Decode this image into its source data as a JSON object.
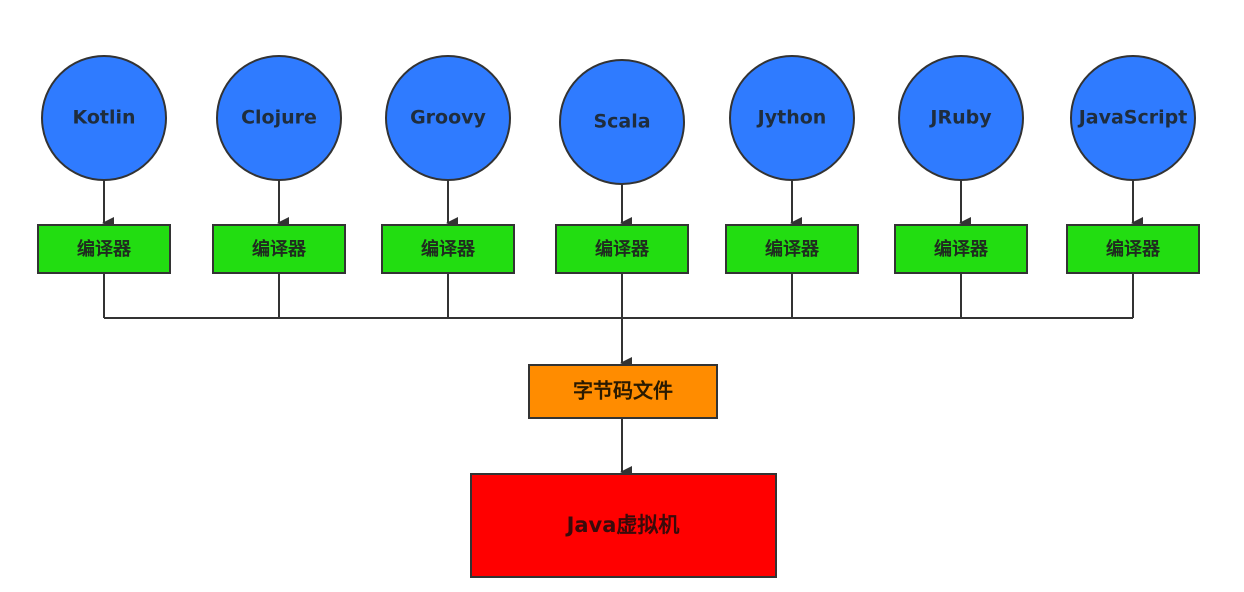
{
  "languages": [
    {
      "name": "Kotlin",
      "compiler": "编译器"
    },
    {
      "name": "Clojure",
      "compiler": "编译器"
    },
    {
      "name": "Groovy",
      "compiler": "编译器"
    },
    {
      "name": "Scala",
      "compiler": "编译器"
    },
    {
      "name": "Jython",
      "compiler": "编译器"
    },
    {
      "name": "JRuby",
      "compiler": "编译器"
    },
    {
      "name": "JavaScript",
      "compiler": "编译器"
    }
  ],
  "bytecode": {
    "label": "字节码文件"
  },
  "jvm": {
    "label": "Java虚拟机"
  },
  "colors": {
    "language_node": "#2f7bff",
    "compiler_box": "#22dd11",
    "bytecode_box": "#ff8c00",
    "jvm_box": "#ff0000",
    "line": "#333333"
  }
}
